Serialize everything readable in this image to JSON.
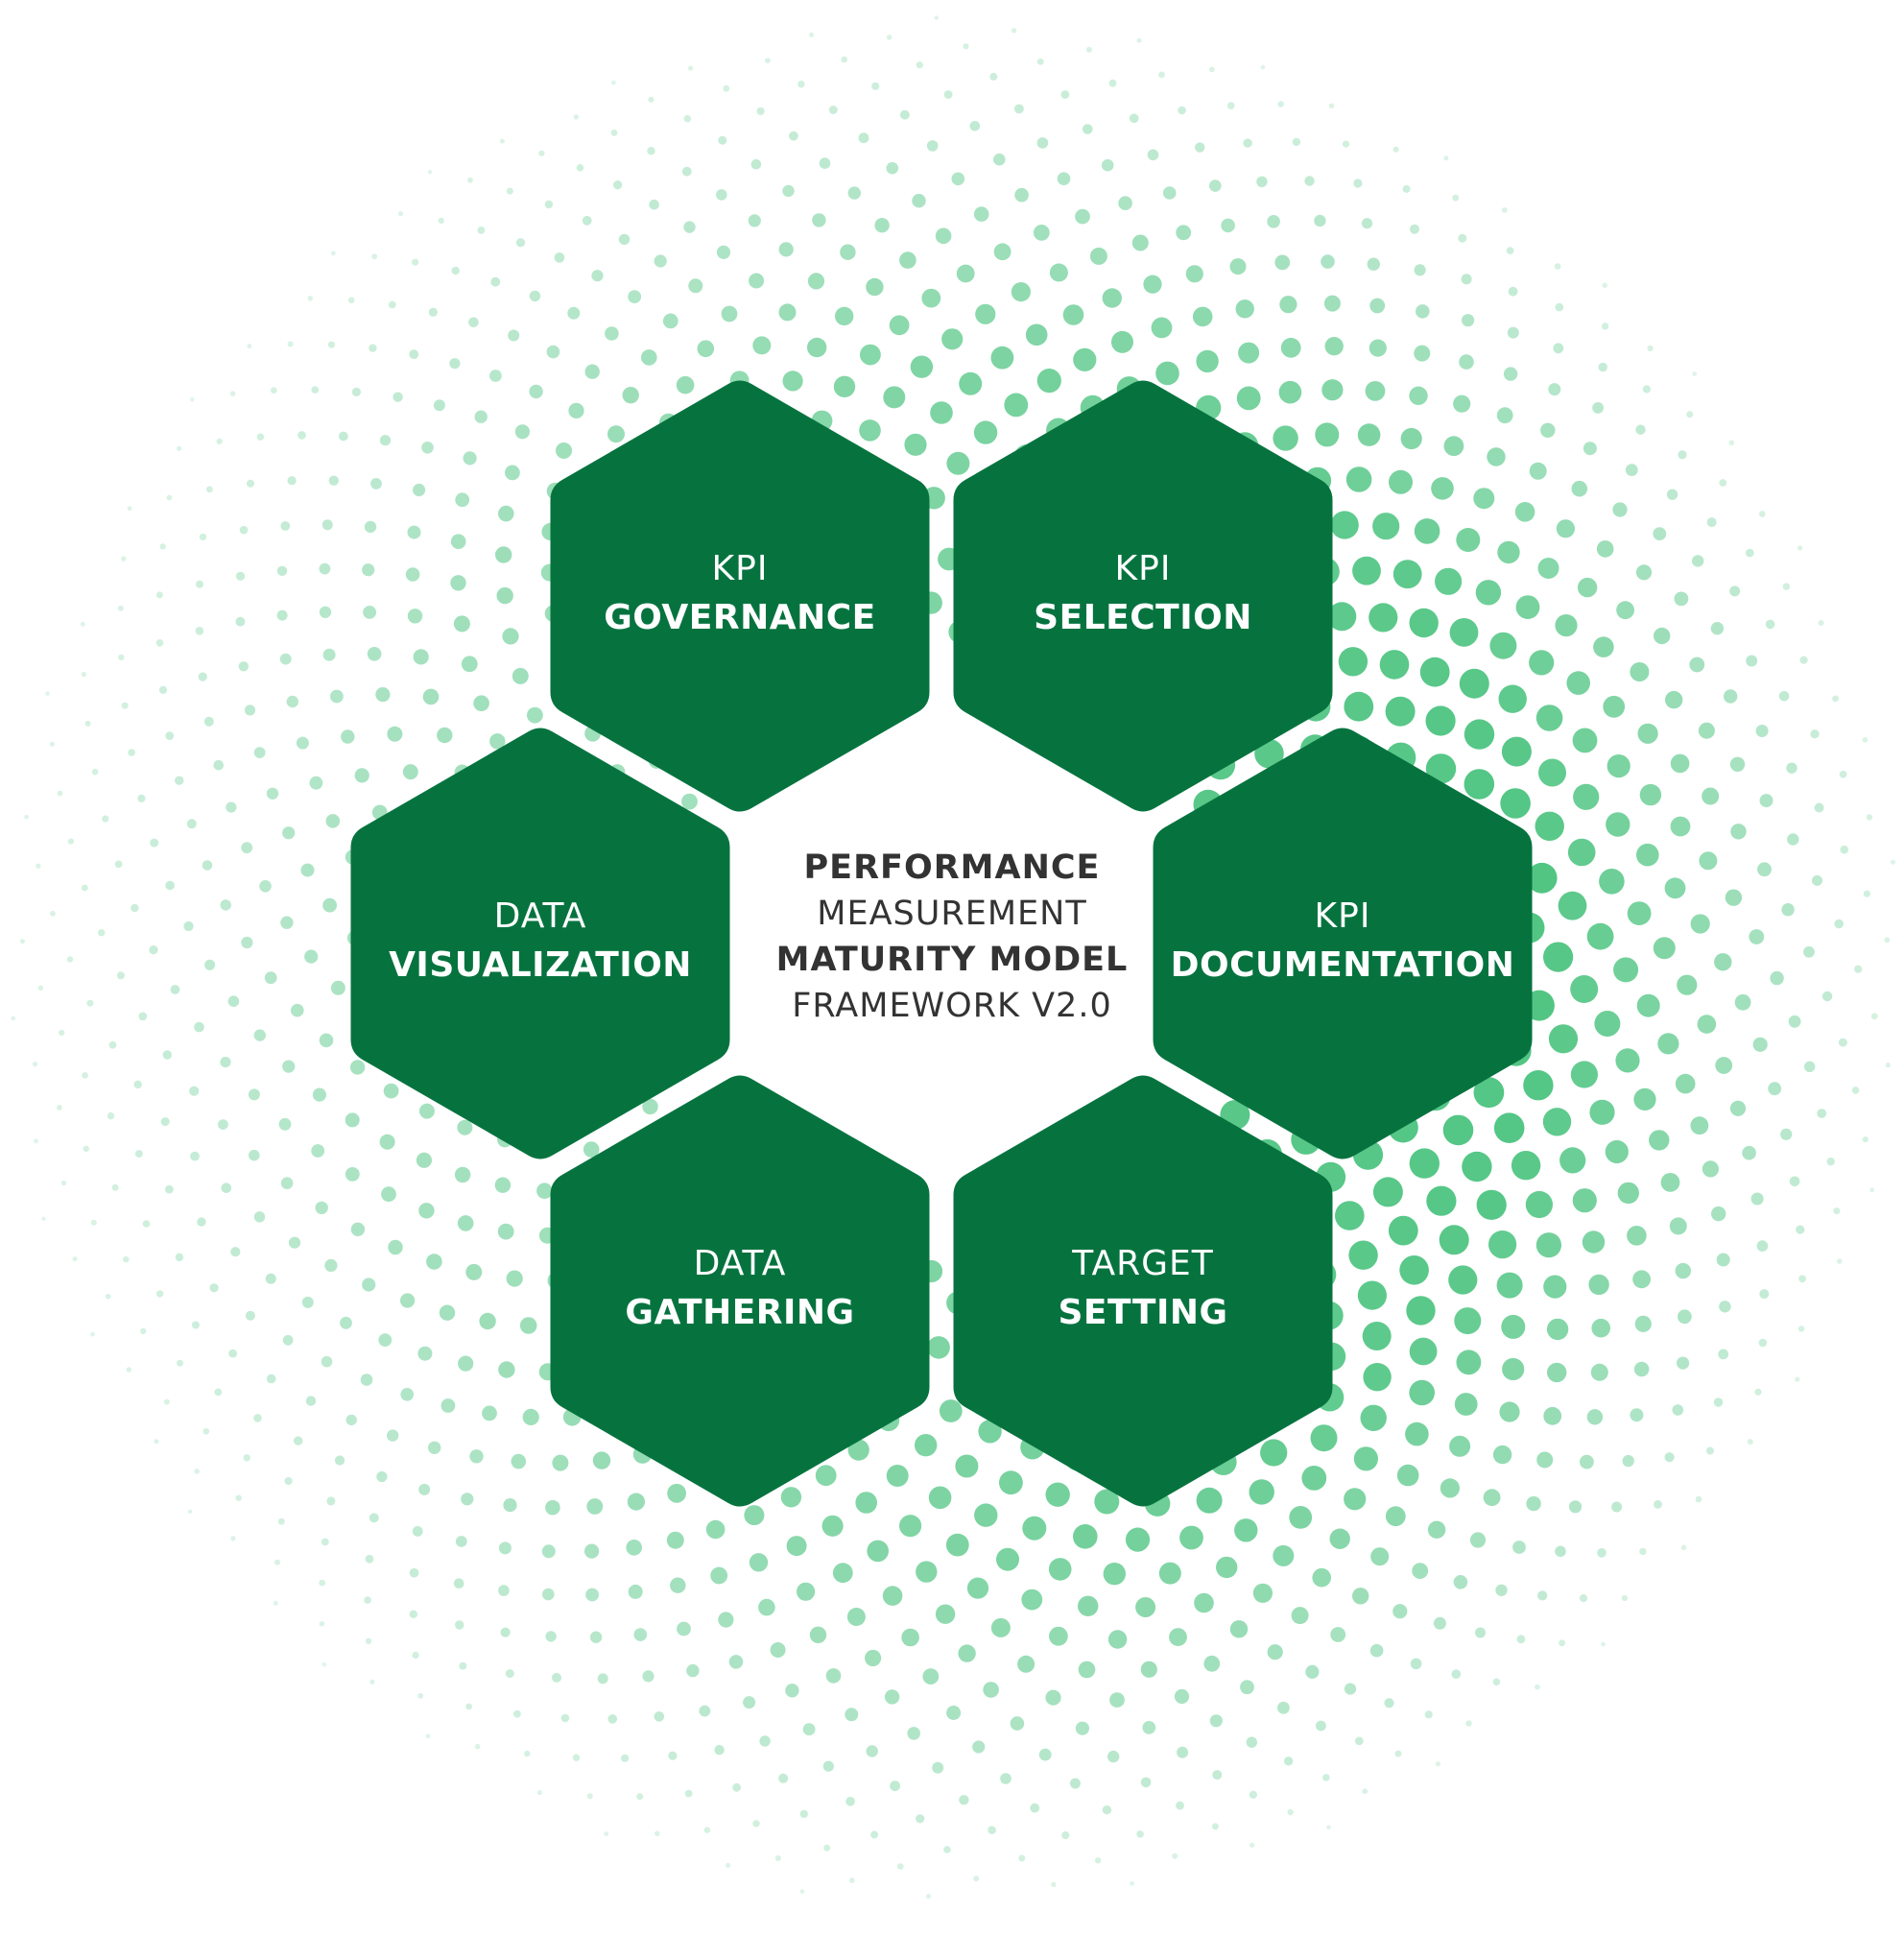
{
  "colors": {
    "hexagon_fill": "#06733f",
    "dot_color": "#3fbf76",
    "center_text": "#333333",
    "label_text": "#ffffff"
  },
  "center": {
    "line1": "PERFORMANCE",
    "line2": "MEASUREMENT",
    "line3": "MATURITY MODEL",
    "line4": "FRAMEWORK V2.0"
  },
  "hexagons": [
    {
      "id": "governance",
      "line1": "KPI",
      "line2": "GOVERNANCE"
    },
    {
      "id": "selection",
      "line1": "KPI",
      "line2": "SELECTION"
    },
    {
      "id": "visualization",
      "line1": "DATA",
      "line2": "VISUALIZATION"
    },
    {
      "id": "documentation",
      "line1": "KPI",
      "line2": "DOCUMENTATION"
    },
    {
      "id": "gathering",
      "line1": "DATA",
      "line2": "GATHERING"
    },
    {
      "id": "target-setting",
      "line1": "TARGET",
      "line2": "SETTING"
    }
  ]
}
